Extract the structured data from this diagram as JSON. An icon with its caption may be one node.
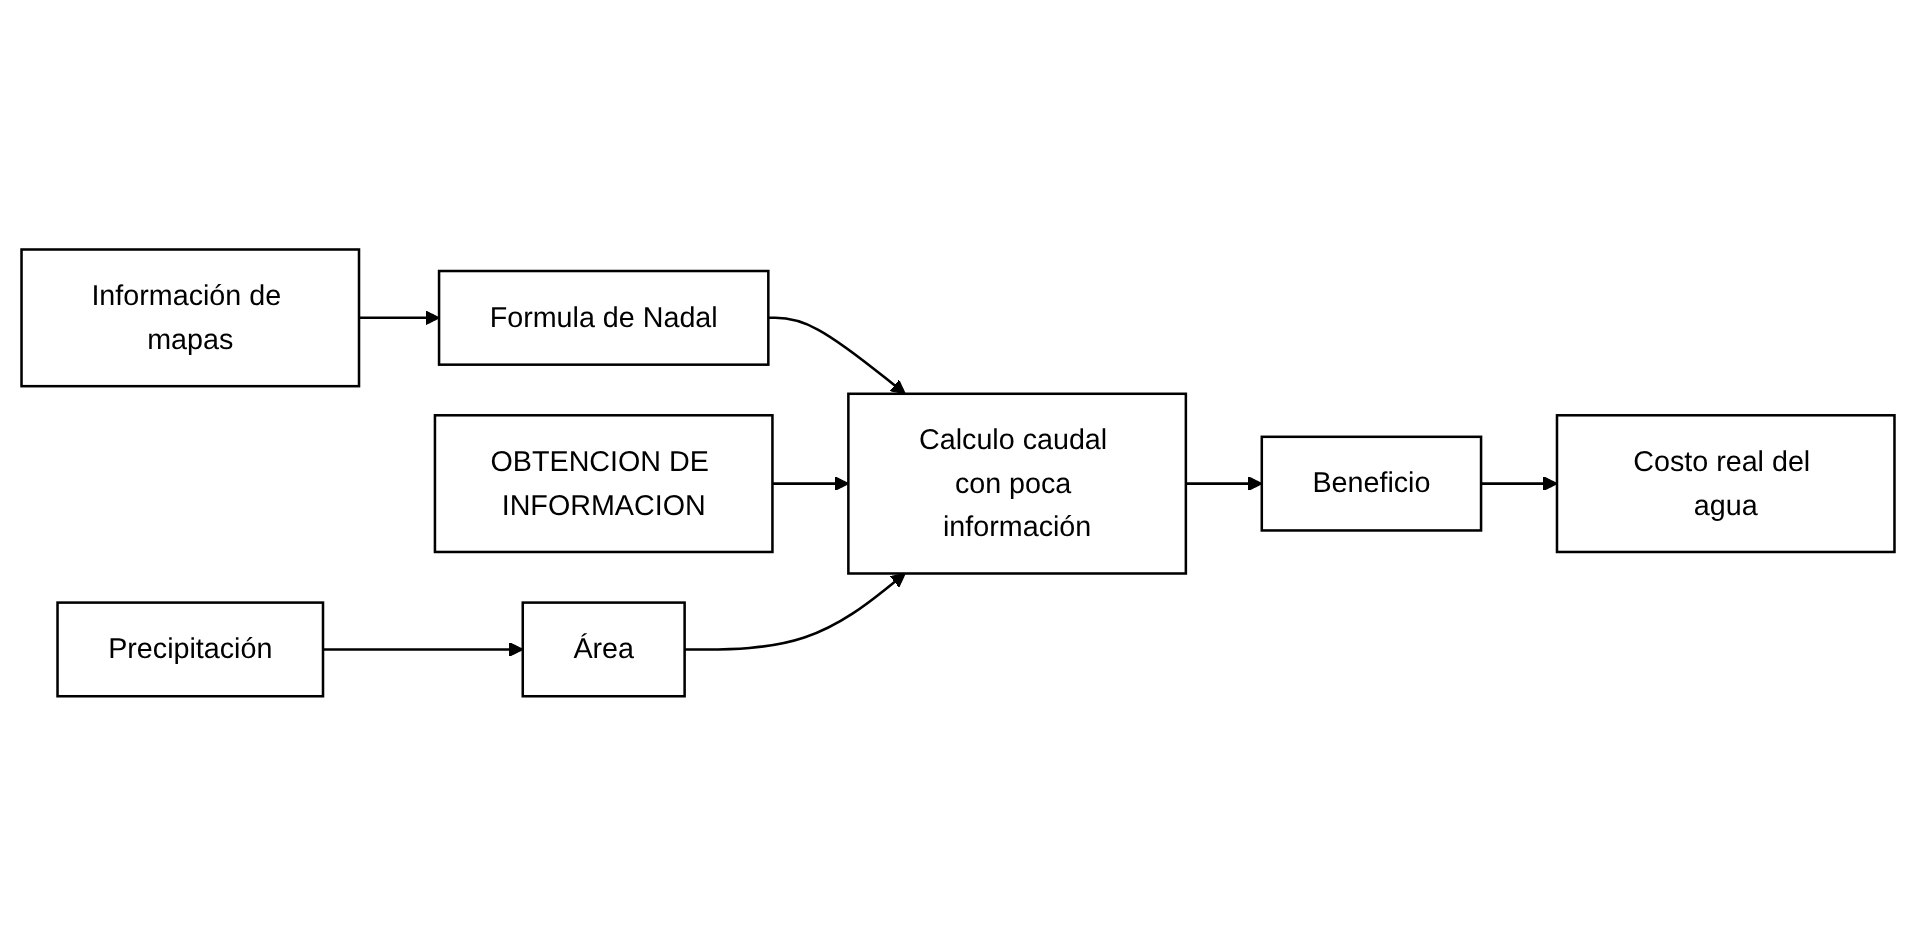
{
  "diagram": {
    "nodes": [
      {
        "text": [
          "Información de mapas"
        ]
      },
      {
        "text": [
          "Formula de Nadal"
        ]
      },
      {
        "text": [
          "OBTENCION DE INFORMACION"
        ]
      },
      {
        "text": [
          "Calculo caudal con poca información"
        ]
      },
      {
        "text": [
          "Beneficio"
        ]
      },
      {
        "text": [
          "Costo real del agua"
        ]
      },
      {
        "text": [
          "Área"
        ]
      },
      {
        "text": [
          "Precipitación"
        ]
      }
    ],
    "edges": [
      {
        "from": 0,
        "to": 1,
        "arrow": "to"
      },
      {
        "from": 1,
        "to": 3,
        "arrow": "to"
      },
      {
        "from": 2,
        "to": 3,
        "arrow": "to"
      },
      {
        "from": 3,
        "to": 4,
        "arrow": "to"
      },
      {
        "from": 4,
        "to": 5,
        "arrow": "to"
      },
      {
        "from": 6,
        "to": 3,
        "arrow": "to"
      },
      {
        "from": 7,
        "to": 6,
        "arrow": "to"
      }
    ]
  }
}
